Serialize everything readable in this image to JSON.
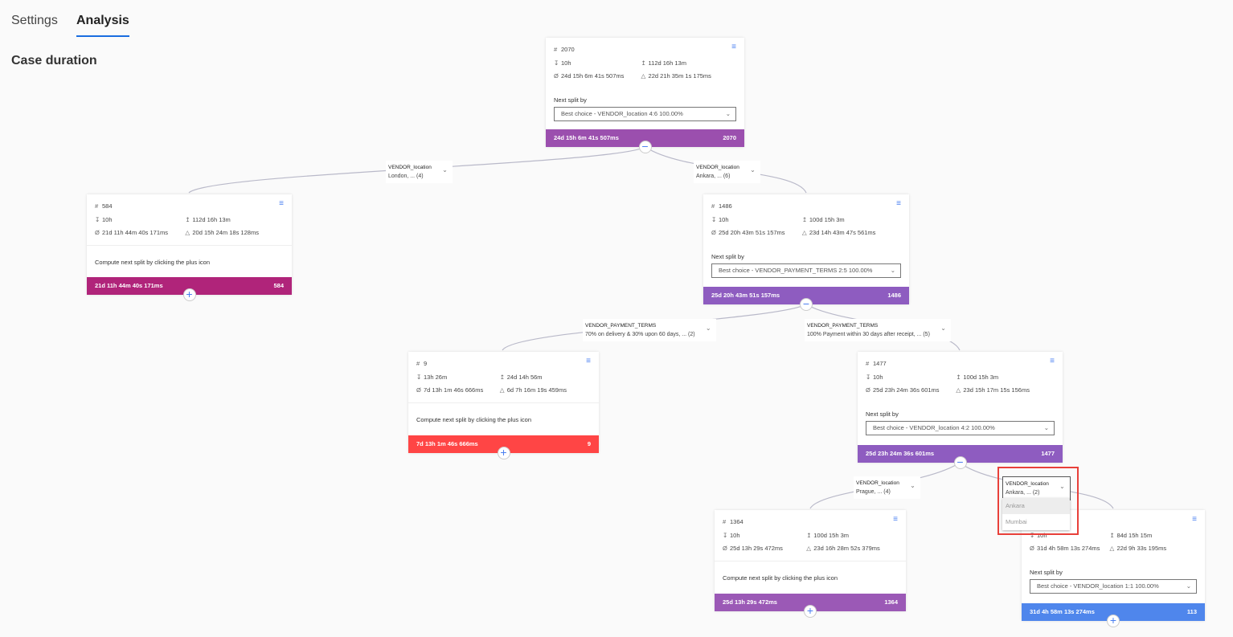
{
  "tabs": [
    {
      "label": "Settings",
      "active": false
    },
    {
      "label": "Analysis",
      "active": true
    }
  ],
  "page_title": "Case duration",
  "next_split_label": "Next split by",
  "compute_hint": "Compute next split by clicking the plus icon",
  "nodes": [
    {
      "count": "2070",
      "min": "10h",
      "max": "112d 16h 13m",
      "avg": "24d 15h 6m 41s 507ms",
      "std": "22d 21h 35m 1s 175ms",
      "split": "Best choice - VENDOR_location   4:6   100.00%",
      "footer": "24d 15h 6m 41s 507ms",
      "color": "#9b4fae",
      "expanded": true
    },
    {
      "count": "584",
      "min": "10h",
      "max": "112d 16h 13m",
      "avg": "21d 11h 44m 40s 171ms",
      "std": "20d 15h 24m 18s 128ms",
      "split": null,
      "footer": "21d 11h 44m 40s 171ms",
      "color": "#b0247a",
      "expanded": false
    },
    {
      "count": "1486",
      "min": "10h",
      "max": "100d 15h 3m",
      "avg": "25d 20h 43m 51s 157ms",
      "std": "23d 14h 43m 47s 561ms",
      "split": "Best choice - VENDOR_PAYMENT_TERMS   2:5   100.00%",
      "footer": "25d 20h 43m 51s 157ms",
      "color": "#8e5cc0",
      "expanded": true
    },
    {
      "count": "9",
      "min": "13h 26m",
      "max": "24d 14h 56m",
      "avg": "7d 13h 1m 46s 666ms",
      "std": "6d 7h 16m 19s 459ms",
      "split": null,
      "footer": "7d 13h 1m 46s 666ms",
      "color": "#ff4545",
      "expanded": false
    },
    {
      "count": "1477",
      "min": "10h",
      "max": "100d 15h 3m",
      "avg": "25d 23h 24m 36s 601ms",
      "std": "23d 15h 17m 15s 156ms",
      "split": "Best choice - VENDOR_location   4:2   100.00%",
      "footer": "25d 23h 24m 36s 601ms",
      "color": "#8e5cc0",
      "expanded": true
    },
    {
      "count": "1364",
      "min": "10h",
      "max": "100d 15h 3m",
      "avg": "25d 13h 29s 472ms",
      "std": "23d 16h 28m 52s 379ms",
      "split": null,
      "footer": "25d 13h 29s 472ms",
      "color": "#9b59b6",
      "expanded": false
    },
    {
      "count": "113",
      "min": "10h",
      "max": "84d 15h 15m",
      "avg": "31d 4h 58m 13s 274ms",
      "std": "22d 9h 33s 195ms",
      "split": "Best choice - VENDOR_location   1:1   100.00%",
      "footer": "31d 4h 58m 13s 274ms",
      "color": "#4f86ec",
      "expanded": false
    }
  ],
  "edge_labels": [
    {
      "attr": "VENDOR_location",
      "value": "London, ... (4)"
    },
    {
      "attr": "VENDOR_location",
      "value": "Ankara, ... (6)"
    },
    {
      "attr": "VENDOR_PAYMENT_TERMS",
      "value": "70% on delivery & 30% upon 60 days, ... (2)"
    },
    {
      "attr": "VENDOR_PAYMENT_TERMS",
      "value": "100% Payment within 30 days after receipt, ... (5)"
    },
    {
      "attr": "VENDOR_location",
      "value": "Prague, ... (4)"
    },
    {
      "attr": "VENDOR_location",
      "value": "Ankara, ... (2)",
      "open": true
    }
  ],
  "dropdown_options": [
    "Ankara",
    "Mumbai"
  ]
}
